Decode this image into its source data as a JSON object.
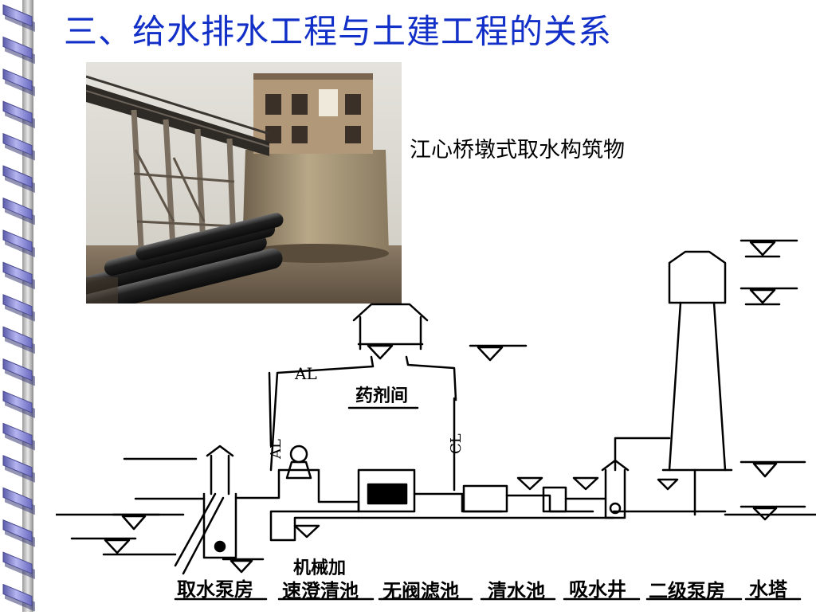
{
  "slide": {
    "title": "三、给水排水工程与土建工程的关系"
  },
  "photo": {
    "caption": "江心桥墩式取水构筑物"
  },
  "diagram": {
    "pipe_labels": {
      "al_top": "AL",
      "al_side": "AL",
      "cl_side": "CL"
    },
    "building_label": "药剂间",
    "extra_label": "机械加",
    "stations": [
      "取水泵房",
      "速澄清池",
      "无阀滤池",
      "清水池",
      "吸水井",
      "二级泵房",
      "水塔"
    ]
  },
  "colors": {
    "title": "#1230c8",
    "binding_ring": "#8c8ce0",
    "binding_shadow": "#3c3c78"
  }
}
